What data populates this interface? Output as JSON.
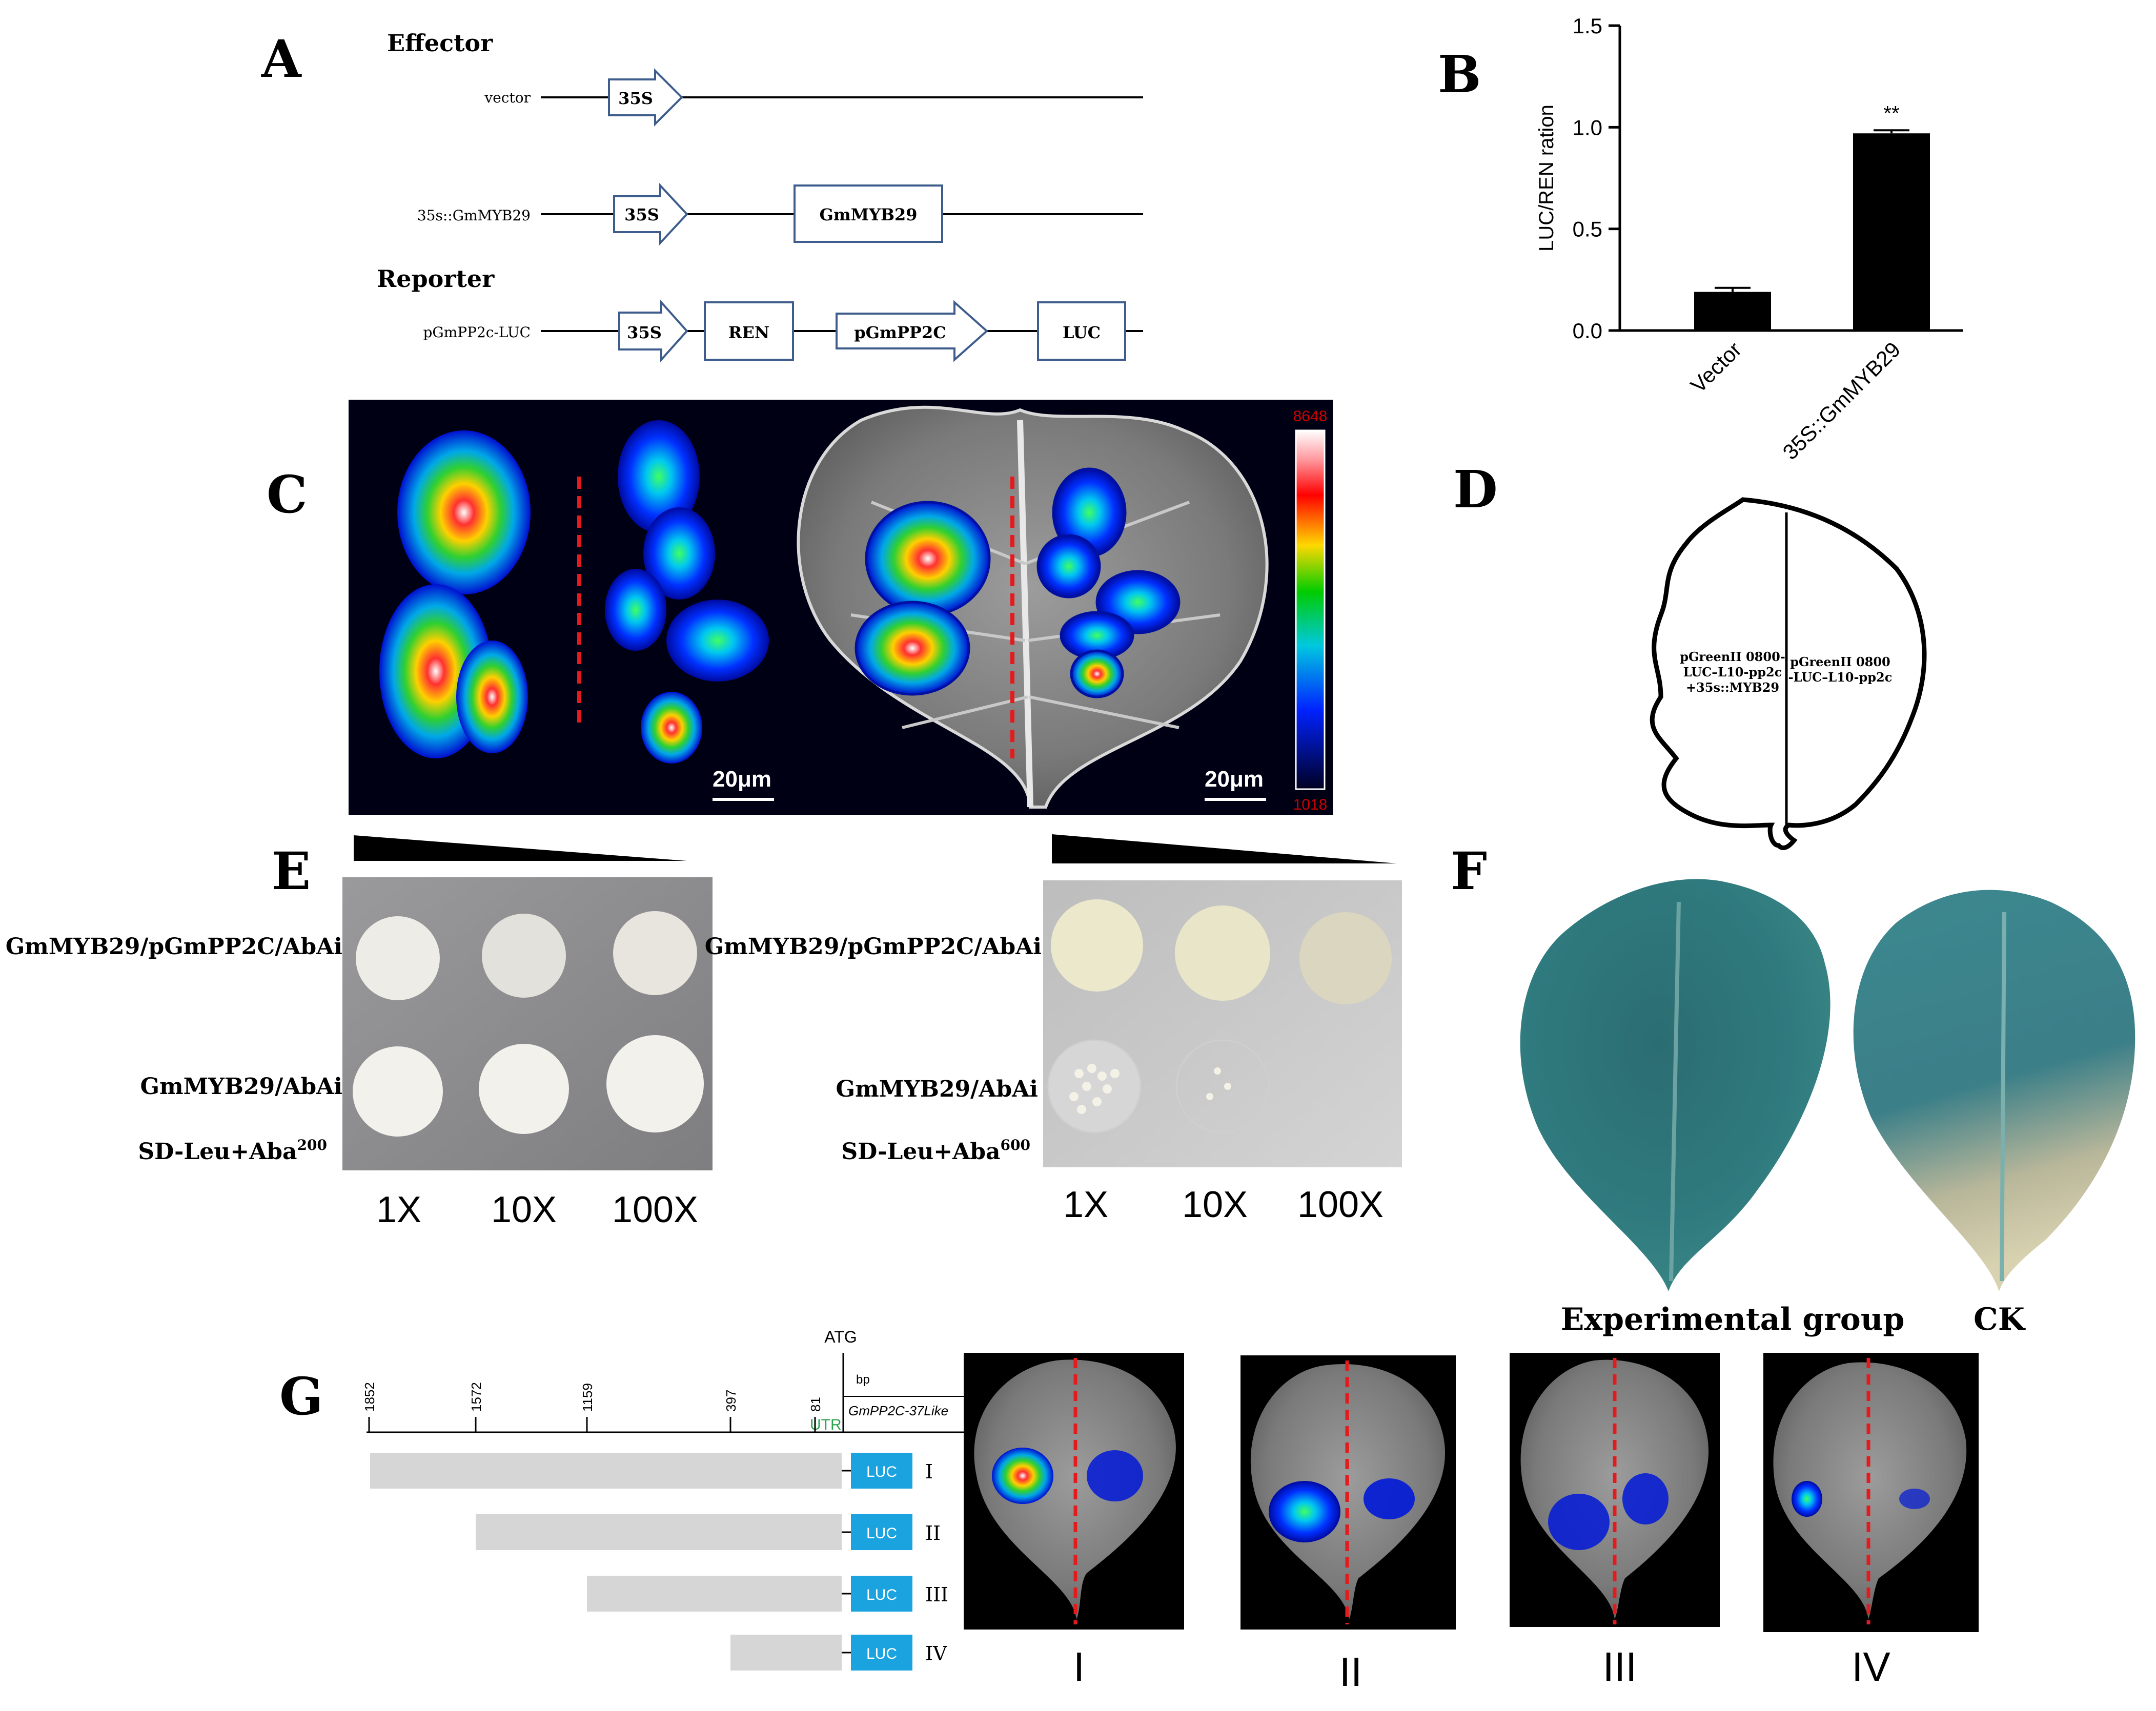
{
  "panel_labels": {
    "a": "A",
    "b": "B",
    "c": "C",
    "d": "D",
    "e": "E",
    "f": "F",
    "g": "G"
  },
  "panel_a": {
    "effector_heading": "Effector",
    "reporter_heading": "Reporter",
    "rows": [
      {
        "name": "vector",
        "boxes": [
          "35S"
        ]
      },
      {
        "name": "35s::GmMYB29",
        "boxes": [
          "35S",
          "GmMYB29"
        ]
      },
      {
        "name": "pGmPP2c-LUC",
        "boxes": [
          "35S",
          "REN",
          "pGmPP2C",
          "LUC"
        ]
      }
    ]
  },
  "chart_data": {
    "type": "bar",
    "title": "",
    "categories": [
      "Vector",
      "35S::GmMYB29"
    ],
    "values": [
      0.19,
      0.97
    ],
    "errors": [
      0.02,
      0.015
    ],
    "significance": [
      "",
      "**"
    ],
    "xlabel": "",
    "ylabel": "LUC/REN ration",
    "ylim": [
      0,
      1.5
    ],
    "yticks": [
      "0.0",
      "0.5",
      "1.0",
      "1.5"
    ],
    "bar_color": "#000000",
    "grid": false
  },
  "panel_c": {
    "scale_left": "20μm",
    "scale_right": "20μm",
    "colorbar_max": "8648",
    "colorbar_min": "1018",
    "colorbar_label_color": "#cc0000",
    "divider_color": "#e41a1c"
  },
  "panel_d": {
    "left_text": [
      "pGreenII 0800-",
      "LUC–L10-pp2c",
      "+35s::MYB29"
    ],
    "right_text": [
      "pGreenII 0800",
      "-LUC–L10-pp2c"
    ]
  },
  "panel_e": {
    "left": {
      "row1": "GmMYB29/pGmPP2C/AbAi",
      "row2": "GmMYB29/AbAi",
      "medium": "SD-Leu+Aba",
      "medium_sup": "200"
    },
    "right": {
      "row1": "GmMYB29/pGmPP2C/AbAi",
      "row2": "GmMYB29/AbAi",
      "medium": "SD-Leu+Aba",
      "medium_sup": "600"
    },
    "dilutions": [
      "1X",
      "10X",
      "100X"
    ]
  },
  "panel_f": {
    "labels": [
      "Experimental group",
      "CK"
    ],
    "stain_color": "#2f6e72"
  },
  "panel_g": {
    "atg": "ATG",
    "bp": "bp",
    "utr": "UTR",
    "gene": "GmPP2C-37Like",
    "ticks": [
      "1852",
      "1572",
      "1159",
      "397",
      "81"
    ],
    "constructs": [
      {
        "numeral": "I",
        "box": "LUC"
      },
      {
        "numeral": "II",
        "box": "LUC"
      },
      {
        "numeral": "III",
        "box": "LUC"
      },
      {
        "numeral": "IV",
        "box": "LUC"
      }
    ],
    "leaf_labels": [
      "I",
      "II",
      "III",
      "IV"
    ],
    "luc_color": "#1aa3de",
    "utr_color": "#2aa34a"
  }
}
